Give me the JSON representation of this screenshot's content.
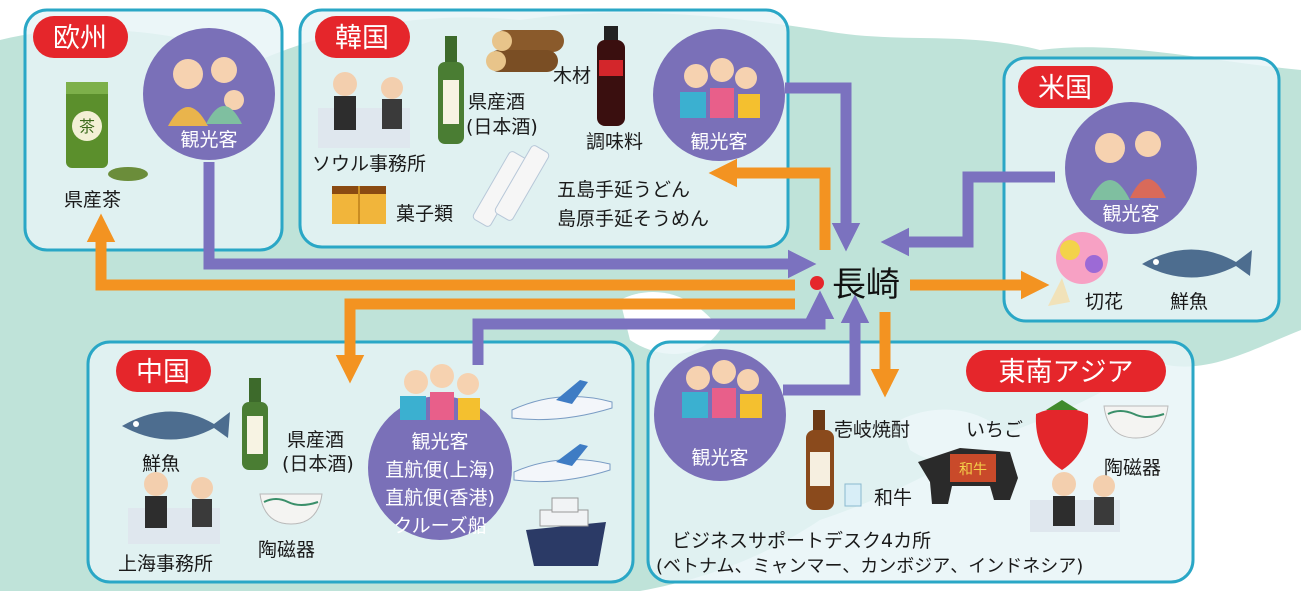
{
  "hub": {
    "label": "長崎",
    "dot_color": "#e5262b"
  },
  "colors": {
    "box_fill": "#e7f4f6",
    "box_stroke": "#2aa7c6",
    "pill": "#e5262b",
    "inbound_arrow": "#7b72bf",
    "outbound_arrow": "#f39321",
    "tourist_circle": "#7a70b8"
  },
  "regions": {
    "europe": {
      "name": "欧州",
      "tourist": "観光客",
      "items": [
        "県産茶"
      ]
    },
    "korea": {
      "name": "韓国",
      "tourist": "観光客",
      "items": [
        "ソウル事務所",
        "県産酒",
        "(日本酒)",
        "木材",
        "調味料",
        "菓子類",
        "五島手延うどん",
        "島原手延そうめん"
      ]
    },
    "usa": {
      "name": "米国",
      "tourist": "観光客",
      "items": [
        "切花",
        "鮮魚"
      ]
    },
    "china": {
      "name": "中国",
      "tourist_lines": [
        "観光客",
        "直航便(上海)",
        "直航便(香港)",
        "クルーズ船"
      ],
      "items": [
        "鮮魚",
        "県産酒",
        "(日本酒)",
        "上海事務所",
        "陶磁器"
      ]
    },
    "sea": {
      "name": "東南アジア",
      "tourist": "観光客",
      "items": [
        "壱岐焼酎",
        "いちご",
        "陶磁器",
        "和牛",
        "ビジネスサポートデスク4カ所",
        "(ベトナム、ミャンマー、カンボジア、インドネシア)"
      ]
    }
  },
  "icons": [
    "tea-can-icon",
    "tourist-family-icon",
    "office-meeting-icon",
    "sake-bottle-icon",
    "log-icon",
    "soy-sauce-icon",
    "castella-cake-icon",
    "noodle-pack-icon",
    "bouquet-icon",
    "tuna-icon",
    "airplane-icon",
    "cruise-ship-icon",
    "porcelain-bowl-icon",
    "shochu-bottle-icon",
    "strawberry-icon",
    "wagyu-icon",
    "shopping-tourists-icon"
  ]
}
